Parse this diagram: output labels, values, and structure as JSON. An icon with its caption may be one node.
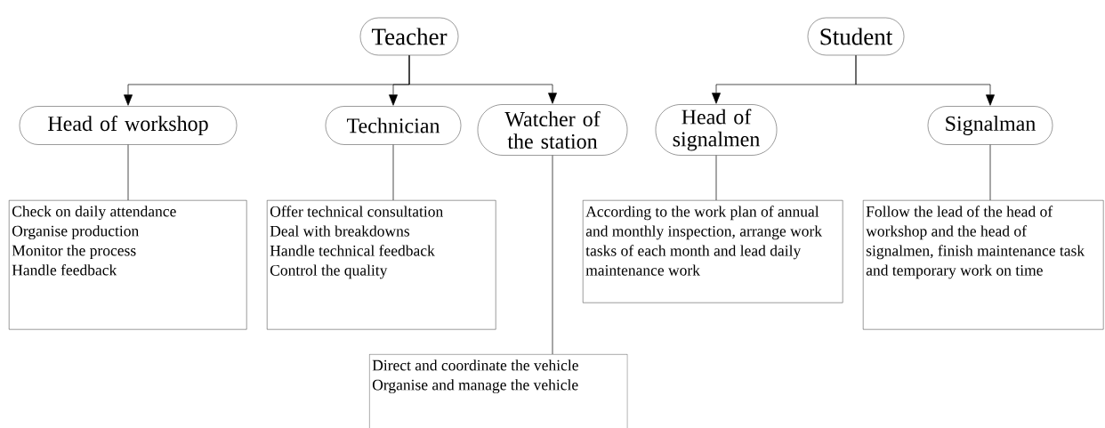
{
  "diagram": {
    "nodes": [
      {
        "text": [
          "Teacher"
        ]
      },
      {
        "text": [
          "Student"
        ]
      },
      {
        "text": [
          "Head of workshop"
        ]
      },
      {
        "text": [
          "Technician"
        ]
      },
      {
        "text": [
          "Watcher of the station"
        ]
      },
      {
        "text": [
          "Head of signalmen"
        ]
      },
      {
        "text": [
          "Signalman"
        ]
      },
      {
        "text": [
          "Check on daily attendance",
          "Organise production",
          "Monitor the process",
          "Handle feedback"
        ]
      },
      {
        "text": [
          "Offer technical consultation",
          "Deal with breakdowns",
          "Handle technical feedback",
          "Control the quality"
        ]
      },
      {
        "text": [
          "According to the work plan of annual and monthly inspection, arrange work tasks of each month and lead daily maintenance work"
        ]
      },
      {
        "text": [
          "Follow the lead of the head of workshop and the head of signalmen, finish maintenance task and temporary work on time"
        ]
      },
      {
        "text": [
          "Direct and coordinate the vehicle",
          "Organise and manage the vehicle"
        ]
      }
    ],
    "edges": [
      {
        "from": 0,
        "to": 2,
        "arrow": "to"
      },
      {
        "from": 0,
        "to": 3,
        "arrow": "to"
      },
      {
        "from": 0,
        "to": 4,
        "arrow": "to"
      },
      {
        "from": 1,
        "to": 5,
        "arrow": "to"
      },
      {
        "from": 1,
        "to": 6,
        "arrow": "to"
      },
      {
        "from": 2,
        "to": 7,
        "arrow": "none"
      },
      {
        "from": 3,
        "to": 8,
        "arrow": "none"
      },
      {
        "from": 4,
        "to": 11,
        "arrow": "none"
      },
      {
        "from": 5,
        "to": 9,
        "arrow": "none"
      },
      {
        "from": 6,
        "to": 10,
        "arrow": "none"
      }
    ]
  }
}
